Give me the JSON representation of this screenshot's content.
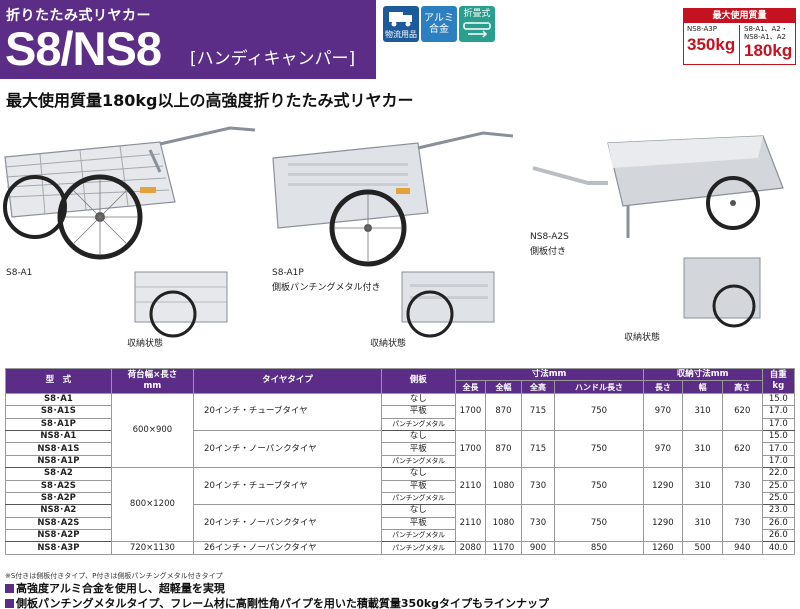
{
  "header": {
    "subtitle": "折りたたみ式リヤカー",
    "model": "S8/NS8",
    "suffix": "[ハンディキャンパー]"
  },
  "icons": {
    "logistics": "物流用品",
    "alum_line1": "アルミ",
    "alum_line2": "合金",
    "folding": "折畳式"
  },
  "max_load": {
    "title": "最大使用質量",
    "a_models": "NS8-A3P",
    "a_weight": "350kg",
    "b_models_line1": "S8-A1、A2・",
    "b_models_line2": "NS8-A1、A2",
    "b_weight": "180kg"
  },
  "headline": "最大使用質量180kg以上の高強度折りたたみ式リヤカー",
  "captions": {
    "s8a1": "S8-A1",
    "s8a1p_line1": "S8-A1P",
    "s8a1p_line2": "側板パンチングメタル付き",
    "ns8a2s_line1": "NS8-A2S",
    "ns8a2s_line2": "側板付き",
    "stored1": "収納状態",
    "stored2": "収納状態",
    "stored3": "収納状態"
  },
  "table": {
    "headers": {
      "model": "型　式",
      "bed_line1": "荷台幅×長さ",
      "bed_line2": "mm",
      "tire": "タイヤタイプ",
      "side": "側板",
      "dims": "寸法mm",
      "stored": "収納寸法mm",
      "weight_line1": "自重",
      "weight_line2": "kg",
      "total_length": "全長",
      "total_width": "全幅",
      "total_height": "全高",
      "handle": "ハンドル長さ",
      "s_length": "長さ",
      "s_width": "幅",
      "s_height": "高さ"
    },
    "models": [
      "S8･A1",
      "S8･A1S",
      "S8･A1P",
      "NS8･A1",
      "NS8･A1S",
      "NS8･A1P",
      "S8･A2",
      "S8･A2S",
      "S8･A2P",
      "NS8･A2",
      "NS8･A2S",
      "NS8･A2P",
      "NS8･A3P"
    ],
    "sides": [
      "なし",
      "平板",
      "パンチングメタル",
      "なし",
      "平板",
      "パンチングメタル",
      "なし",
      "平板",
      "パンチングメタル",
      "なし",
      "平板",
      "パンチングメタル",
      "パンチングメタル"
    ],
    "weights": [
      "15.0",
      "17.0",
      "17.0",
      "15.0",
      "17.0",
      "17.0",
      "22.0",
      "25.0",
      "25.0",
      "23.0",
      "26.0",
      "26.0",
      "40.0"
    ],
    "bed_a": "600×900",
    "bed_b": "800×1200",
    "bed_c": "720×1130",
    "tire_tube20": "20インチ・チューブタイヤ",
    "tire_np20": "20インチ・ノーパンクタイヤ",
    "tire_np26": "26インチ・ノーパンクタイヤ",
    "g1": {
      "L": "1700",
      "W": "870",
      "H": "715",
      "handle": "750",
      "sl": "970",
      "sw": "310",
      "sh": "620"
    },
    "g2": {
      "L": "1700",
      "W": "870",
      "H": "715",
      "handle": "750",
      "sl": "970",
      "sw": "310",
      "sh": "620"
    },
    "g3": {
      "L": "2110",
      "W": "1080",
      "H": "730",
      "handle": "750",
      "sl": "1290",
      "sw": "310",
      "sh": "730"
    },
    "g4": {
      "L": "2110",
      "W": "1080",
      "H": "730",
      "handle": "750",
      "sl": "1290",
      "sw": "310",
      "sh": "730"
    },
    "g5": {
      "L": "2080",
      "W": "1170",
      "H": "900",
      "handle": "850",
      "sl": "1260",
      "sw": "500",
      "sh": "940"
    }
  },
  "note": "※S付きは側板付きタイプ、P付きは側板パンチングメタル付きタイプ",
  "bullets": {
    "b1": "高強度アルミ合金を使用し、超軽量を実現",
    "b2": "側板パンチングメタルタイプ、フレーム材に高剛性角パイプを用いた積載質量350kgタイプもラインナップ"
  },
  "colors": {
    "brand_purple": "#5b2d86",
    "load_red": "#c41220",
    "logistics_blue": "#1d5a9c",
    "alum_blue": "#2c7fc0",
    "fold_teal": "#2a9e8f"
  }
}
